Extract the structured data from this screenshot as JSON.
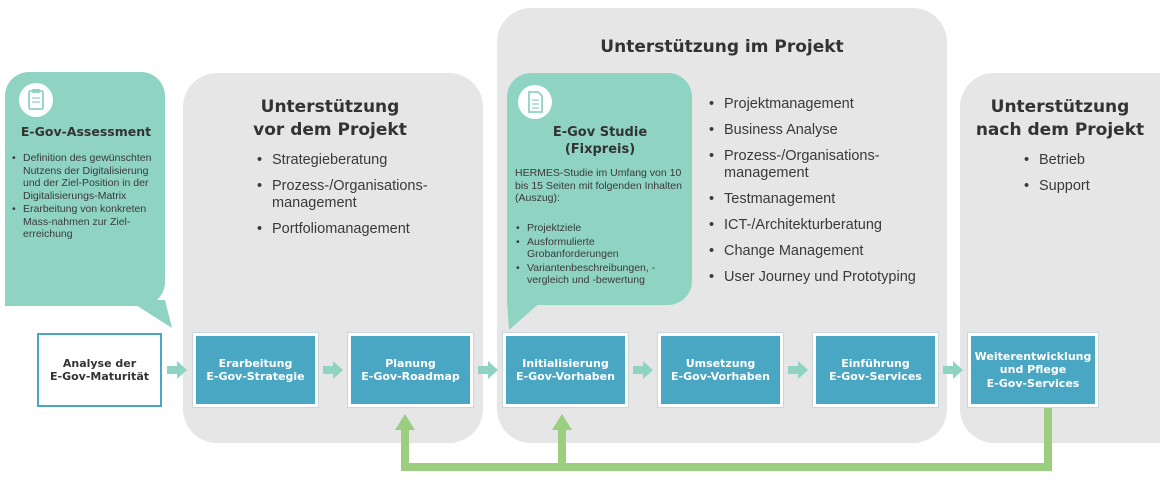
{
  "colors": {
    "panel": "#e6e6e6",
    "teal": "#8fd3c2",
    "box": "#4aa7c4",
    "arrow": "#8fd3c2",
    "loop": "#9bcf7f"
  },
  "assessment": {
    "title": "E-Gov-Assessment",
    "icon": "clipboard-icon",
    "bullets": [
      "Definition des gewünschten Nutzens der Digitalisierung und der Ziel-Position in der Digitalisierungs-Matrix",
      "Erarbeitung von konkreten Mass-nahmen zur Ziel-erreichung"
    ]
  },
  "before": {
    "title_line1": "Unterstützung",
    "title_line2": "vor dem Projekt",
    "bullets": [
      "Strategieberatung",
      "Prozess-/Organisations-management",
      "Portfoliomanagement"
    ]
  },
  "during": {
    "title": "Unterstützung im Projekt",
    "bullets": [
      "Projektmanagement",
      "Business Analyse",
      "Prozess-/Organisations-management",
      "Testmanagement",
      "ICT-/Architekturberatung",
      "Change Management",
      "User Journey und Prototyping"
    ]
  },
  "studie": {
    "icon": "document-icon",
    "title_line1": "E-Gov Studie",
    "title_line2": "(Fixpreis)",
    "intro": "HERMES-Studie im Umfang von 10 bis 15 Seiten mit folgenden Inhalten (Auszug):",
    "bullets": [
      "Projektziele",
      "Ausformulierte Grobanforderungen",
      "Variantenbeschreibungen, -vergleich und -bewertung"
    ]
  },
  "after": {
    "title_line1": "Unterstützung",
    "title_line2": "nach dem Projekt",
    "bullets": [
      "Betrieb",
      "Support"
    ]
  },
  "steps": [
    {
      "line1": "Analyse der",
      "line2": "E-Gov-Maturität",
      "line3": ""
    },
    {
      "line1": "Erarbeitung",
      "line2": "E-Gov-Strategie",
      "line3": ""
    },
    {
      "line1": "Planung",
      "line2": "E-Gov-Roadmap",
      "line3": ""
    },
    {
      "line1": "Initialisierung",
      "line2": "E-Gov-Vorhaben",
      "line3": ""
    },
    {
      "line1": "Umsetzung",
      "line2": "E-Gov-Vorhaben",
      "line3": ""
    },
    {
      "line1": "Einführung",
      "line2": "E-Gov-Services",
      "line3": ""
    },
    {
      "line1": "Weiterentwicklung",
      "line2": "und Pflege",
      "line3": "E-Gov-Services"
    }
  ]
}
